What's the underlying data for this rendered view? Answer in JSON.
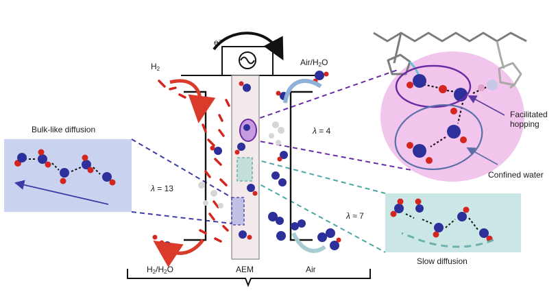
{
  "labels": {
    "electron": "e",
    "electron_sup": "−",
    "h2": "H",
    "h2_sub": "2",
    "air_h2o": "Air/H",
    "air_h2o_sub": "2",
    "air_h2o_end": "O",
    "h2_h2o": "H",
    "h2_h2o_sub": "2",
    "h2_h2o_end": "/H",
    "h2_h2o_sub2": "2",
    "h2_h2o_end2": "O",
    "aem": "AEM",
    "air": "Air",
    "lambda_symbol": "λ",
    "lambda_4": "= 4",
    "lambda_13": "= 13",
    "lambda_7": "≈ 7",
    "bulk_like_diffusion": "Bulk-like diffusion",
    "slow_diffusion": "Slow diffusion",
    "facilitated_hopping_line1": "Facilitated",
    "facilitated_hopping_line2": "hopping",
    "confined_water": "Confined water"
  },
  "colors": {
    "oxygen_blue": "#2d2f9b",
    "hydrogen_red": "#d2261f",
    "membrane_fill": "#f4e9ea",
    "bulk_panel": "#c9d2ef",
    "slow_panel": "#cbe7e5",
    "pink_zoom": "#f2c6ec",
    "purple_dash": "#6a2aa3",
    "blue_dash": "#3b3ba6",
    "teal_dash": "#4aa7a2",
    "red_arrow": "#d93a2a",
    "blue_arrow": "#8fb1d9",
    "teal_arrow": "#a7ccd1"
  }
}
